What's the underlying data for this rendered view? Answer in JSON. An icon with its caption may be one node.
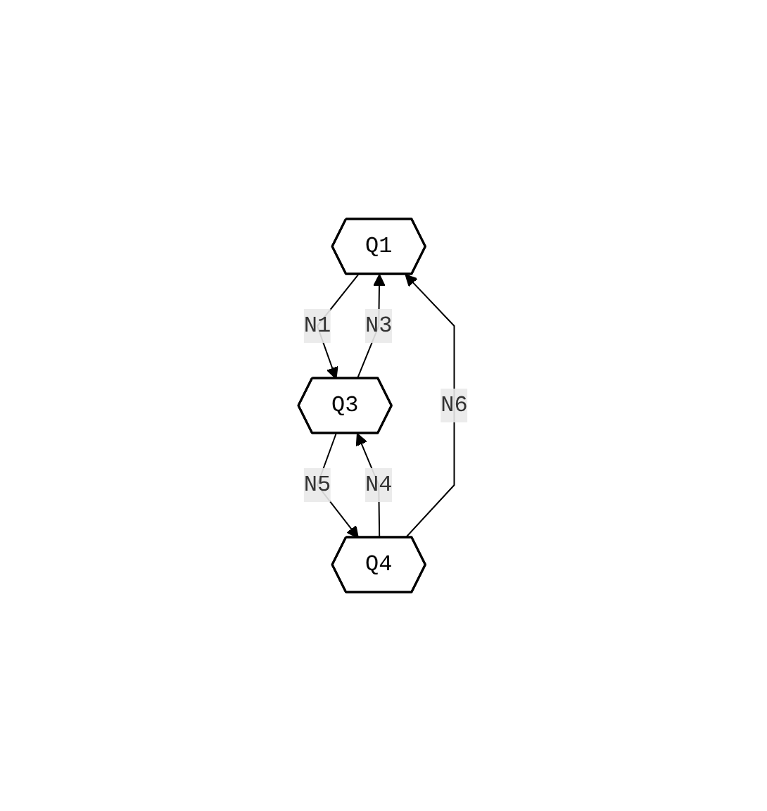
{
  "diagram": {
    "nodes": [
      {
        "text": [
          "Q1"
        ]
      },
      {
        "text": [
          "Q4"
        ]
      },
      {
        "text": [
          "Q3"
        ]
      }
    ],
    "edges": [
      {
        "from": 0,
        "to": 2,
        "arrow": "to",
        "label": "N1"
      },
      {
        "from": 2,
        "to": 0,
        "arrow": "to",
        "label": "N3"
      },
      {
        "from": 1,
        "to": 2,
        "arrow": "to",
        "label": "N4"
      },
      {
        "from": 2,
        "to": 1,
        "arrow": "to",
        "label": "N5"
      },
      {
        "from": 1,
        "to": 0,
        "arrow": "to",
        "label": "N6"
      }
    ]
  }
}
